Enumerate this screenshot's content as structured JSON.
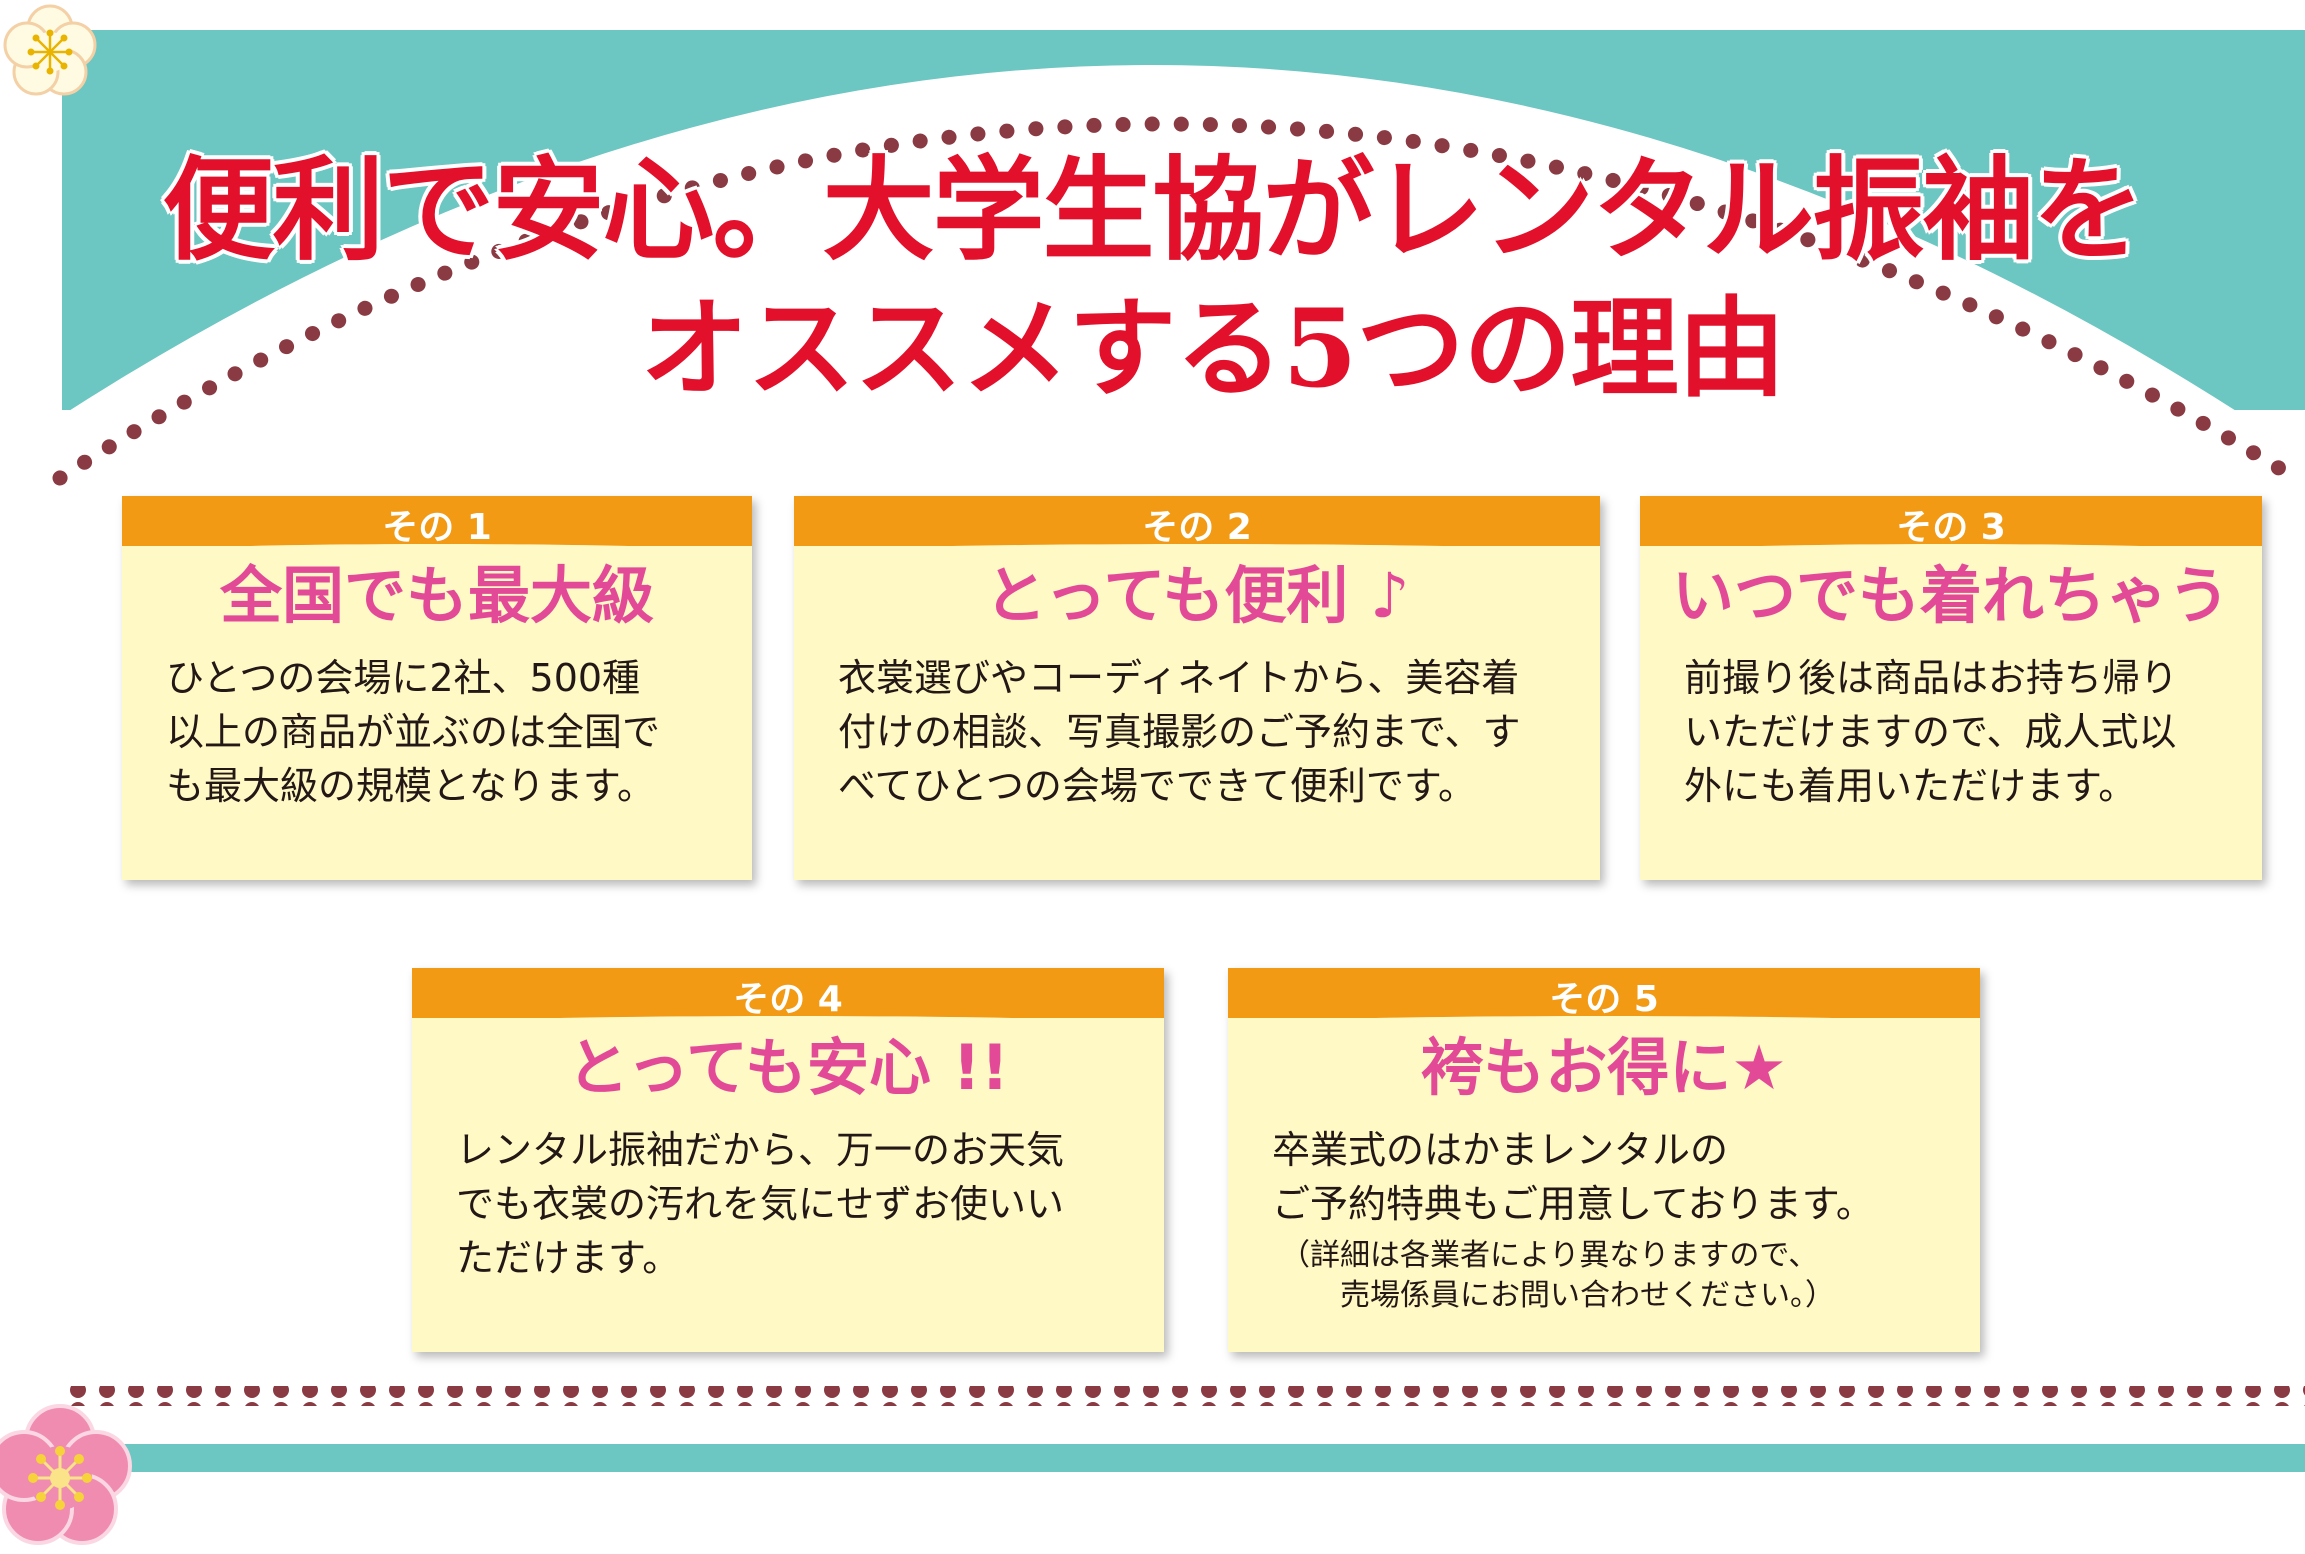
{
  "title": {
    "line1": "便利で安心。大学生協がレンタル振袖を",
    "line2": "オススメする5つの理由"
  },
  "colors": {
    "teal": "#6cc6c2",
    "dots": "#8a3a42",
    "title_red": "#e2102b",
    "card_header": "#f29a14",
    "card_bg": "#fff9c6",
    "card_title_pink": "#e24a98"
  },
  "reasons": [
    {
      "num": "その 1",
      "title": "全国でも最大級",
      "text": "ひとつの会場に2社、500種\n以上の商品が並ぶのは全国で\nも最大級の規模となります。"
    },
    {
      "num": "その 2",
      "title": "とっても便利 ♪",
      "text": "衣裳選びやコーディネイトから、美容着\n付けの相談、写真撮影のご予約まで、す\nべてひとつの会場でできて便利です。"
    },
    {
      "num": "その 3",
      "title": "いつでも着れちゃう",
      "text": "前撮り後は商品はお持ち帰り\nいただけますので、成人式以\n外にも着用いただけます。"
    },
    {
      "num": "その 4",
      "title": "とっても安心 !!",
      "text": "レンタル振袖だから、万一のお天気\nでも衣裳の汚れを気にせずお使いい\nただけます。"
    },
    {
      "num": "その 5",
      "title": "袴もお得に★",
      "text": "卒業式のはかまレンタルの\nご予約特典もご用意しております。",
      "note": "（詳細は各業者により異なりますので、\n　　売場係員にお問い合わせください。）"
    }
  ],
  "decor": {
    "top_icon": "plum-blossom-icon",
    "bottom_icon": "plum-blossom-icon"
  }
}
